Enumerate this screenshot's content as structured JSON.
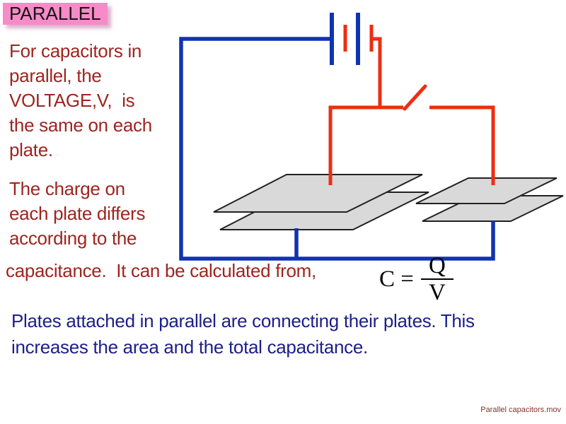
{
  "slide": {
    "title": "PARALLEL",
    "para1": "For capacitors in\nparallel, the\nVOLTAGE,V,  is\nthe same on each\nplate.",
    "para2": "The charge on\neach plate differs\naccording to the",
    "para2_cont": "capacitance.  It can be calculated from,",
    "formula": {
      "lhs": "C =",
      "numerator": "Q",
      "denominator": "V"
    },
    "summary": "Plates attached in parallel are connecting their plates. This\nincreases the area and the total capacitance.",
    "footer": "Parallel capacitors.mov",
    "colors": {
      "title_bg": "#f78bc8",
      "dark_red_text": "#9e241f",
      "navy_text": "#1d2088",
      "wire_blue": "#1133b2",
      "wire_red": "#ee2d12",
      "plate_fill": "#d9d9d9",
      "plate_stroke": "#222222",
      "footer_text": "#803530"
    }
  }
}
